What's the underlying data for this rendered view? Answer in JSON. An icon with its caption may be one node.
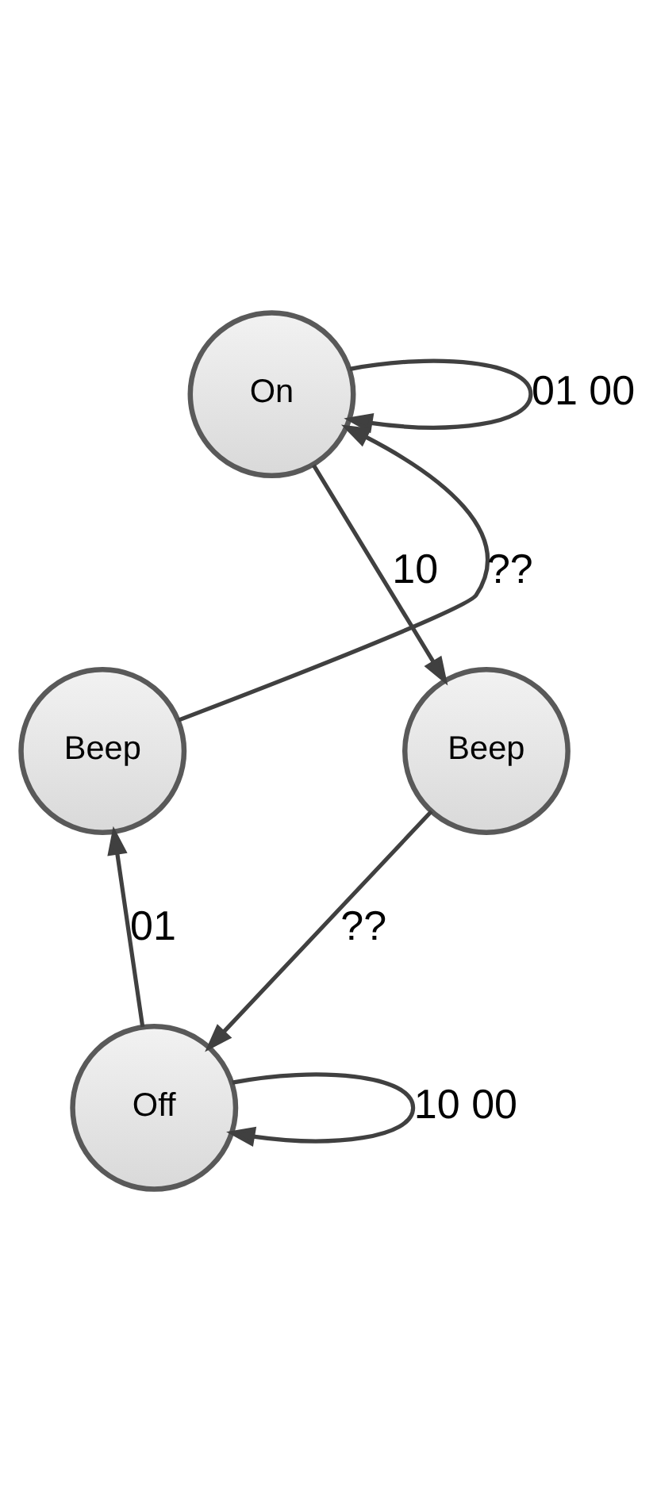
{
  "diagram": {
    "nodes": [
      {
        "text": [
          "On"
        ]
      },
      {
        "text": [
          "Beep"
        ]
      },
      {
        "text": [
          "Beep"
        ]
      },
      {
        "text": [
          "Off"
        ]
      }
    ],
    "edges": [
      {
        "from": 0,
        "to": 0,
        "arrow": "to",
        "label": "01 00"
      },
      {
        "from": 0,
        "to": 2,
        "arrow": "to",
        "label": "10"
      },
      {
        "from": 2,
        "to": 3,
        "arrow": "to",
        "label": "??"
      },
      {
        "from": 3,
        "to": 1,
        "arrow": "to",
        "label": "01"
      },
      {
        "from": 1,
        "to": 0,
        "arrow": "to",
        "label": "??"
      },
      {
        "from": 3,
        "to": 3,
        "arrow": "to",
        "label": "10 00"
      }
    ]
  }
}
